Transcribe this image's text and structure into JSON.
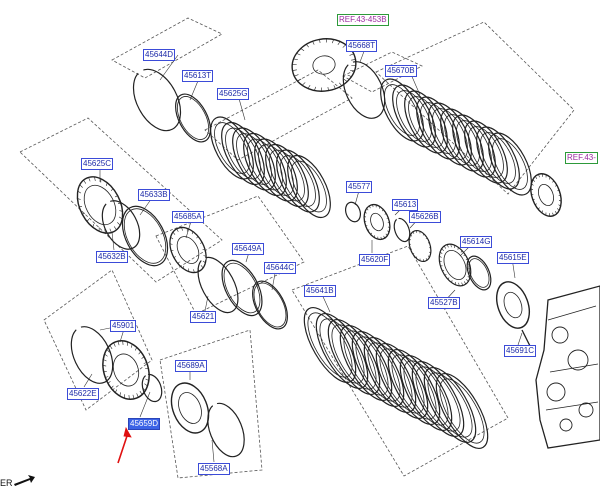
{
  "callouts": [
    {
      "id": "ref-43-453b",
      "text": "REF.43-453B",
      "kind": "ref"
    },
    {
      "id": "45668t",
      "text": "45668T",
      "kind": "part"
    },
    {
      "id": "45670b",
      "text": "45670B",
      "kind": "part"
    },
    {
      "id": "45644d",
      "text": "45644D",
      "kind": "part"
    },
    {
      "id": "45613t",
      "text": "45613T",
      "kind": "part"
    },
    {
      "id": "45625g",
      "text": "45625G",
      "kind": "part"
    },
    {
      "id": "ref-43-right",
      "text": "REF.43-",
      "kind": "ref"
    },
    {
      "id": "45625c",
      "text": "45625C",
      "kind": "part"
    },
    {
      "id": "45633b",
      "text": "45633B",
      "kind": "part"
    },
    {
      "id": "45632b",
      "text": "45632B",
      "kind": "part"
    },
    {
      "id": "45685a",
      "text": "45685A",
      "kind": "part"
    },
    {
      "id": "45577",
      "text": "45577",
      "kind": "part"
    },
    {
      "id": "45613",
      "text": "45613",
      "kind": "part"
    },
    {
      "id": "45626b",
      "text": "45626B",
      "kind": "part"
    },
    {
      "id": "45620f",
      "text": "45620F",
      "kind": "part"
    },
    {
      "id": "45614g",
      "text": "45614G",
      "kind": "part"
    },
    {
      "id": "45649a",
      "text": "45649A",
      "kind": "part"
    },
    {
      "id": "45644c",
      "text": "45644C",
      "kind": "part"
    },
    {
      "id": "45615e",
      "text": "45615E",
      "kind": "part"
    },
    {
      "id": "45621",
      "text": "45621",
      "kind": "part"
    },
    {
      "id": "45641b",
      "text": "45641B",
      "kind": "part"
    },
    {
      "id": "45527b",
      "text": "45527B",
      "kind": "part"
    },
    {
      "id": "45901",
      "text": "45901",
      "kind": "part"
    },
    {
      "id": "45691c",
      "text": "45691C",
      "kind": "part"
    },
    {
      "id": "45622e",
      "text": "45622E",
      "kind": "part"
    },
    {
      "id": "45689a",
      "text": "45689A",
      "kind": "part"
    },
    {
      "id": "45659d",
      "text": "45659D",
      "kind": "selected"
    },
    {
      "id": "45568a",
      "text": "45568A",
      "kind": "part"
    }
  ],
  "corner_label": "ER",
  "colors": {
    "line": "#222222",
    "dash": "#555555",
    "label_text": "#1d2aa8",
    "label_border": "#3b4bd8",
    "ref_text": "#9a2aa0",
    "ref_border": "#2d9a3a",
    "highlight": "#3b63e6",
    "arrow": "#e01010"
  }
}
